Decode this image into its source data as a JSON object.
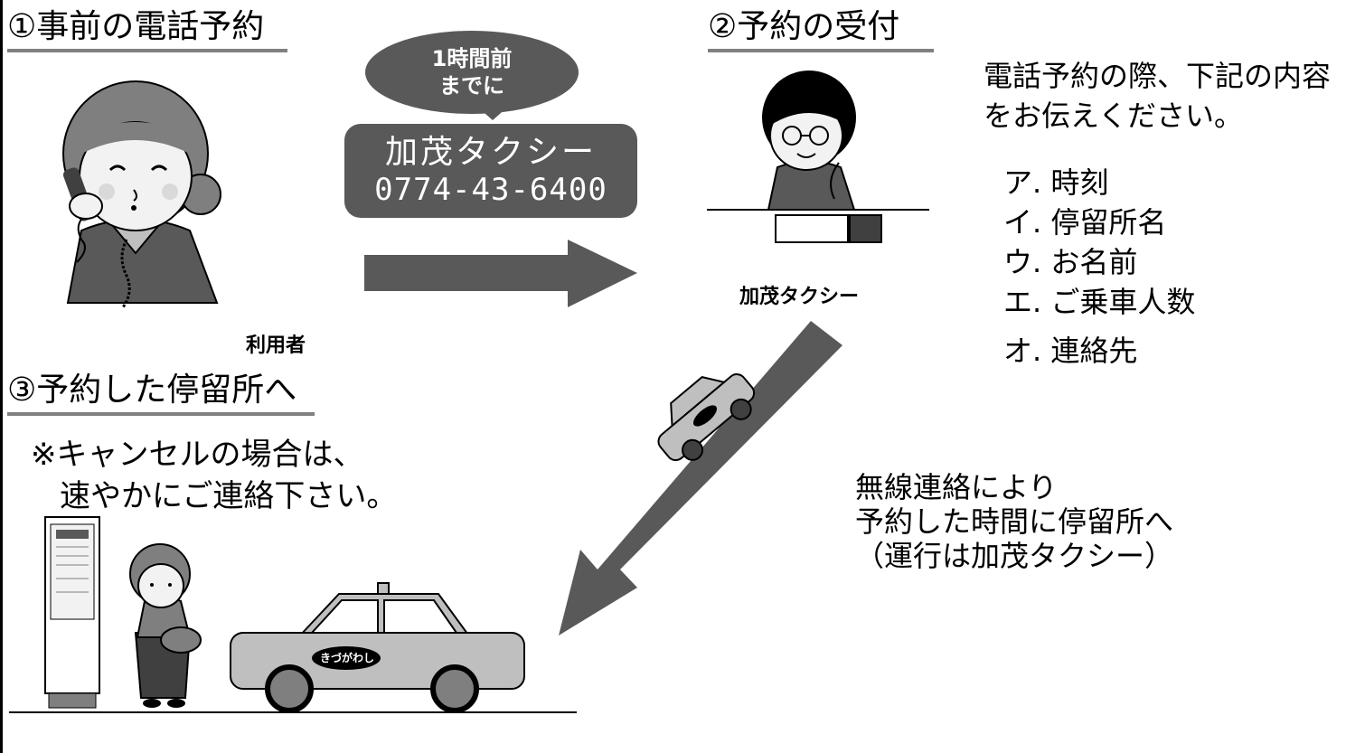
{
  "sections": {
    "step1": "①事前の電話予約",
    "step2": "②予約の受付",
    "step3": "③予約した停留所へ"
  },
  "bubble": {
    "line1": "1時間前",
    "line2": "までに"
  },
  "taxi_box": {
    "name": "加茂タクシー",
    "phone": "0774-43-6400"
  },
  "captions": {
    "user": "利用者",
    "taxi": "加茂タクシー"
  },
  "info": {
    "intro": "電話予約の際、下記の内容をお伝えください。",
    "items": [
      "ア. 時刻",
      "イ. 停留所名",
      "ウ. お名前",
      "エ. ご乗車人数",
      "オ. 連絡先"
    ]
  },
  "cancel": {
    "line1": "※キャンセルの場合は、",
    "line2": "速やかにご連絡下さい。"
  },
  "radio_note": {
    "line1": "無線連絡により",
    "line2": "予約した時間に停留所へ",
    "line3": "（運行は加茂タクシー）"
  },
  "car_sign": "きづがわし",
  "colors": {
    "arrow": "#595959",
    "underline": "#808080",
    "box": "#595959"
  }
}
